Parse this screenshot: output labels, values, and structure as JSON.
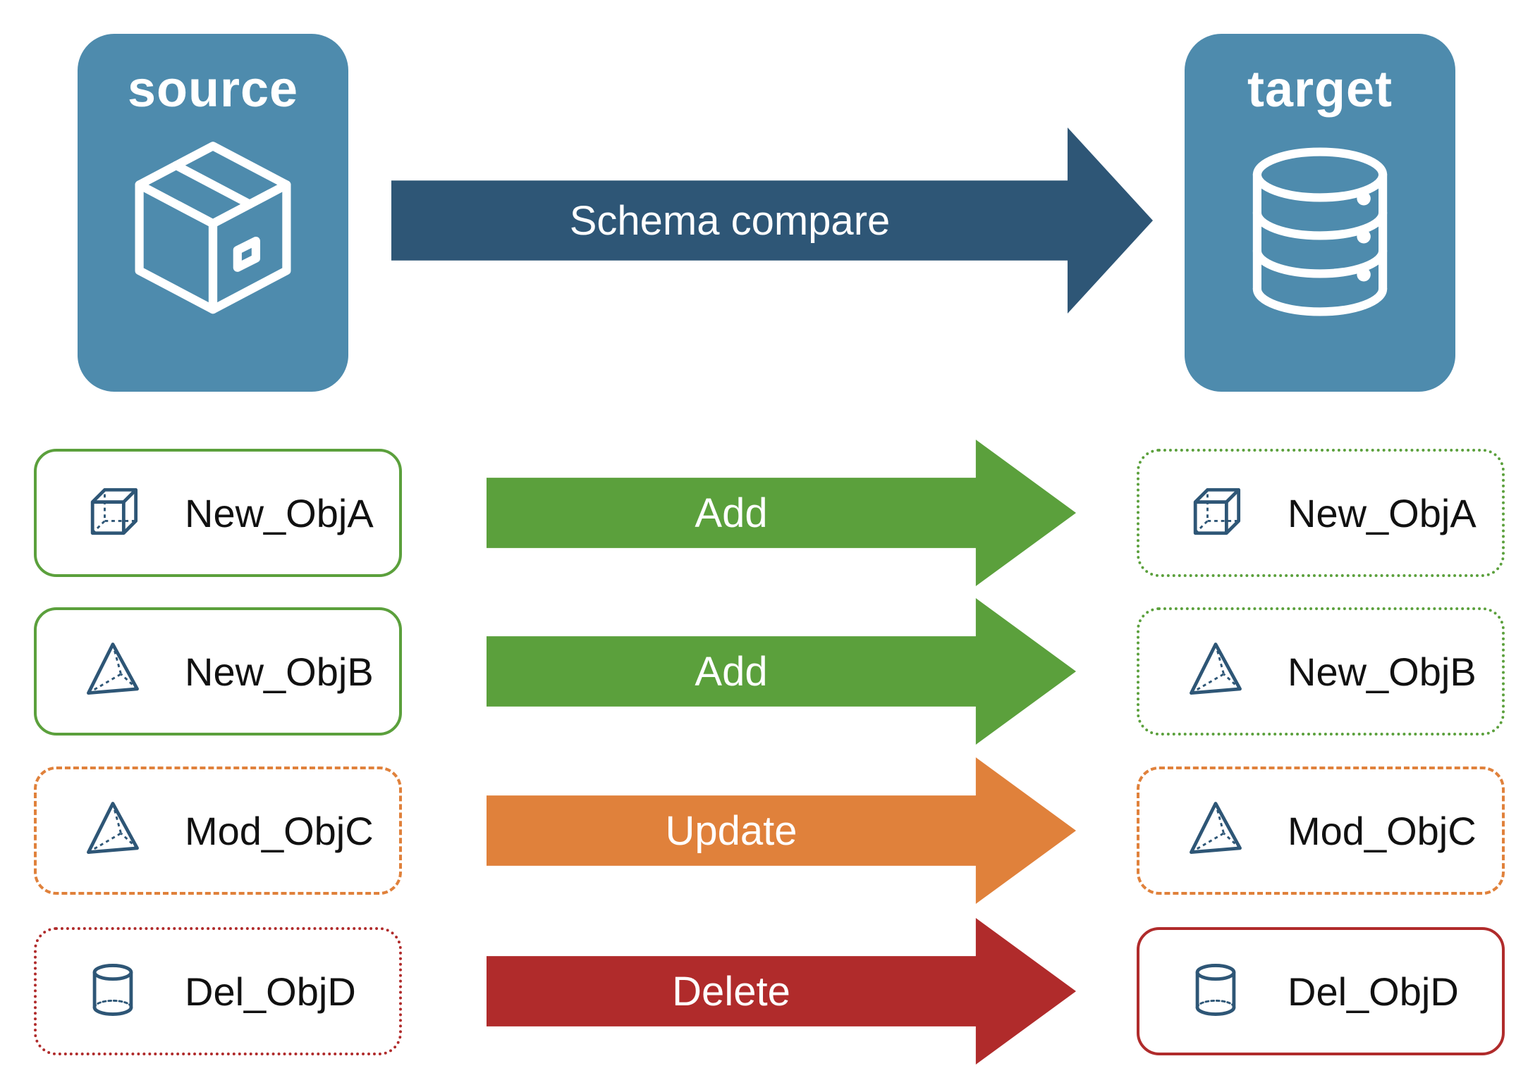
{
  "palette": {
    "node_fill": "#4E8BAD",
    "compare_arrow": "#2E5676",
    "add_green": "#5BA03C",
    "update_orange": "#E0813B",
    "delete_red": "#B02B2B",
    "icon_stroke": "#2E5676"
  },
  "top": {
    "source_label": "source",
    "target_label": "target",
    "compare_label": "Schema compare"
  },
  "rows": [
    {
      "left": {
        "label": "New_ObjA",
        "icon": "cube"
      },
      "arrow": {
        "label": "Add",
        "color": "green"
      },
      "right": {
        "label": "New_ObjA",
        "icon": "cube"
      }
    },
    {
      "left": {
        "label": "New_ObjB",
        "icon": "pyramid"
      },
      "arrow": {
        "label": "Add",
        "color": "green"
      },
      "right": {
        "label": "New_ObjB",
        "icon": "pyramid"
      }
    },
    {
      "left": {
        "label": "Mod_ObjC",
        "icon": "pyramid"
      },
      "arrow": {
        "label": "Update",
        "color": "orange"
      },
      "right": {
        "label": "Mod_ObjC",
        "icon": "pyramid"
      }
    },
    {
      "left": {
        "label": "Del_ObjD",
        "icon": "cylinder"
      },
      "arrow": {
        "label": "Delete",
        "color": "red"
      },
      "right": {
        "label": "Del_ObjD",
        "icon": "cylinder"
      }
    }
  ]
}
